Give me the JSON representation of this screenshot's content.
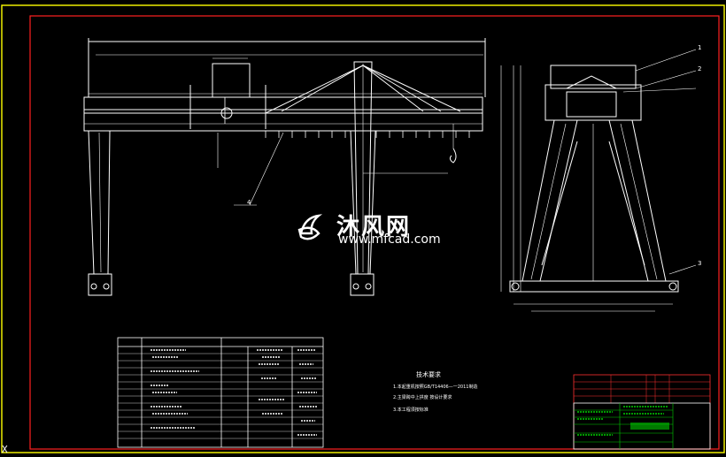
{
  "watermark": {
    "text_cn": "沐风网",
    "url": "www.mfcad.com"
  },
  "notes": {
    "title": "技术要求",
    "items": [
      "1.本起重机按照GB/T14406—一2011制造",
      "2.主梁跨中上拱度 按设计要求",
      "3.本工程须按标准"
    ]
  },
  "callouts": [
    "1",
    "2",
    "3",
    "4"
  ],
  "axis_marker": "X",
  "colors": {
    "frame": "#ffff00",
    "border": "#ff0000",
    "lines": "#ffffff",
    "title_green": "#00cc00"
  }
}
